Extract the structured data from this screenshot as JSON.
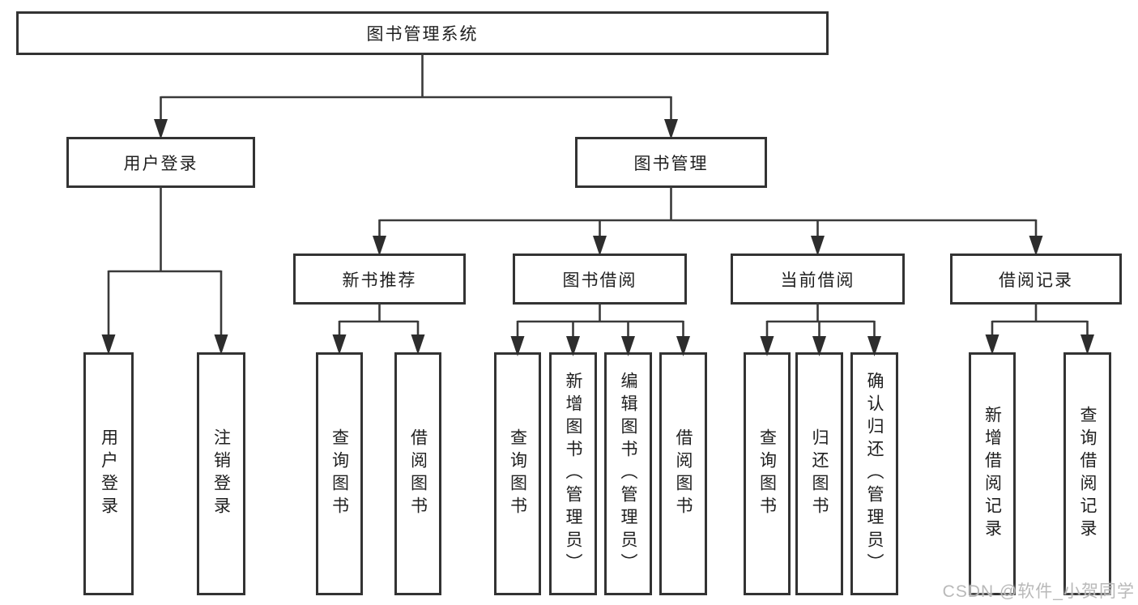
{
  "colors": {
    "line": "#3a3a3a",
    "box_border": "#333333",
    "text": "#1f1f1f",
    "watermark": "#b9b9b9",
    "background": "#ffffff"
  },
  "watermark": "CSDN @软件_小贺同学",
  "tree": {
    "label": "图书管理系统",
    "children": [
      {
        "label": "用户登录",
        "children": [
          {
            "label": "用户登录"
          },
          {
            "label": "注销登录"
          }
        ]
      },
      {
        "label": "图书管理",
        "children": [
          {
            "label": "新书推荐",
            "children": [
              {
                "label": "查询图书"
              },
              {
                "label": "借阅图书"
              }
            ]
          },
          {
            "label": "图书借阅",
            "children": [
              {
                "label": "查询图书"
              },
              {
                "label": "新增图书（管理员）"
              },
              {
                "label": "编辑图书（管理员）"
              },
              {
                "label": "借阅图书"
              }
            ]
          },
          {
            "label": "当前借阅",
            "children": [
              {
                "label": "查询图书"
              },
              {
                "label": "归还图书"
              },
              {
                "label": "确认归还（管理员）"
              }
            ]
          },
          {
            "label": "借阅记录",
            "children": [
              {
                "label": "新增借阅记录"
              },
              {
                "label": "查询借阅记录"
              }
            ]
          }
        ]
      }
    ]
  }
}
